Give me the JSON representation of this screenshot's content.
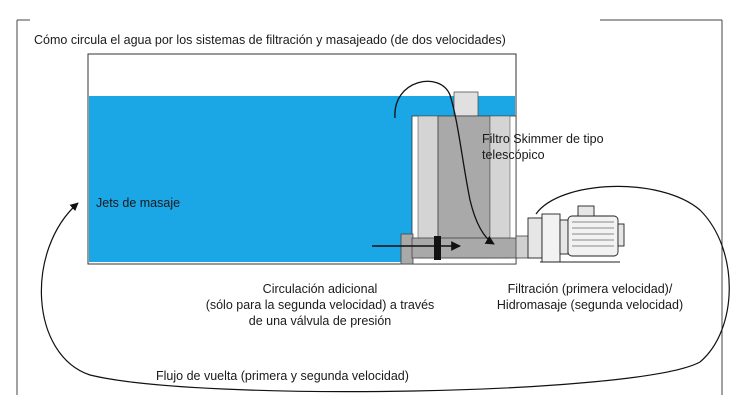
{
  "title": "Cómo circula el agua por los sistemas de filtración y masajeado (de dos velocidades)",
  "labels": {
    "skimmer_line1": "Filtro Skimmer de tipo",
    "skimmer_line2": "telescópico",
    "jets": "Jets de masaje",
    "circulation_line1": "Circulación adicional",
    "circulation_line2": "(sólo para la segunda velocidad) a través",
    "circulation_line3": "de una válvula de presión",
    "pump_line1": "Filtración (primera velocidad)/",
    "pump_line2": "Hidromasaje (segunda velocidad)",
    "return_flow": "Flujo de vuelta (primera y segunda velocidad)"
  },
  "colors": {
    "water": "#1ba6e6",
    "frame": "#333333",
    "filter_gray": "#a9a9a9",
    "filter_light": "#d4d4d4",
    "pump_light": "#e6e6e6"
  }
}
